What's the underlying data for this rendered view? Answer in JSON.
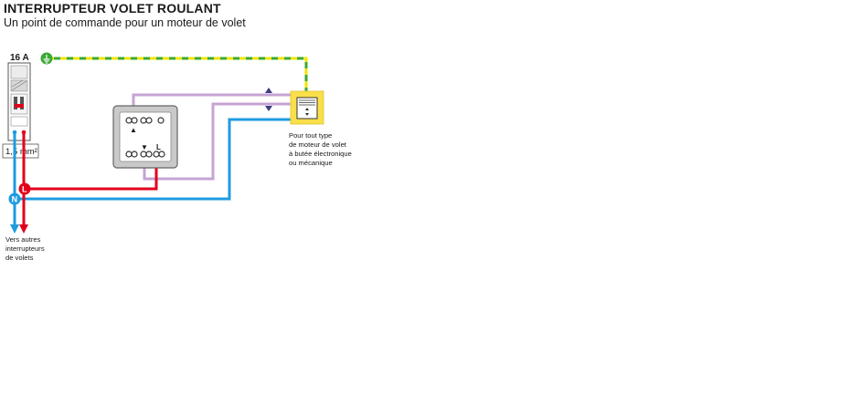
{
  "header": {
    "title": "INTERRUPTEUR VOLET ROULANT",
    "subtitle": "Un point de commande pour un moteur de volet"
  },
  "breaker": {
    "rating": "16 A",
    "cable_section": "1,5 mm²"
  },
  "terminals": {
    "neutral": "N",
    "live": "L",
    "switch_live": "L",
    "up_symbol": "▲",
    "down_symbol": "▼"
  },
  "motor_note": [
    "Pour tout type",
    "de moteur de volet",
    "à butée électronique",
    "ou mécanique"
  ],
  "other_note": [
    "Vers autres",
    "interrupteurs",
    "de volets"
  ],
  "colors": {
    "earth_green": "#3aa935",
    "earth_yellow": "#f2e500",
    "live": "#e3001b",
    "neutral": "#1e9be0",
    "control": "#c5a3d3",
    "motor_box": "#f9e04b"
  }
}
